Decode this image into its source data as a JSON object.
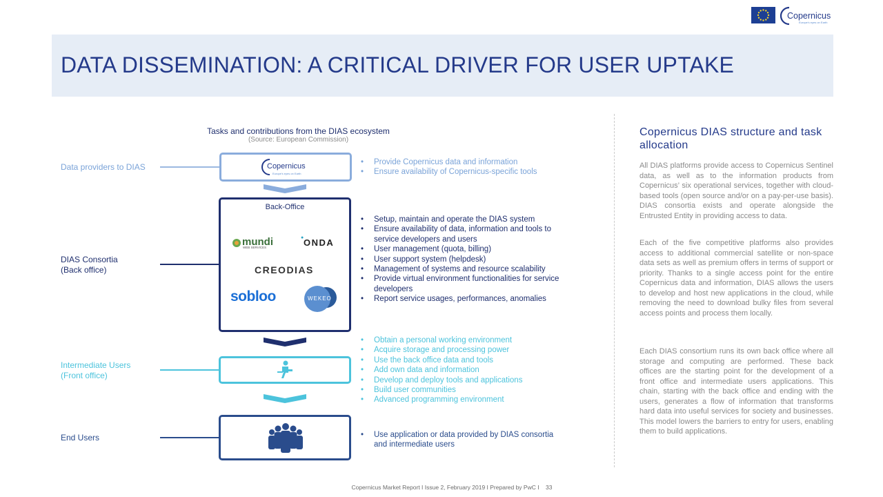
{
  "header": {
    "title": "DATA DISSEMINATION: A CRITICAL DRIVER FOR USER UPTAKE",
    "logo_text": "Copernicus",
    "logo_tagline": "Europe's eyes on Earth"
  },
  "diagram": {
    "heading": "Tasks and contributions from the DIAS ecosystem",
    "source": "(Source: European Commission)",
    "levels": {
      "providers": {
        "label": "Data providers to DIAS",
        "box_logo": "Copernicus",
        "box_logo_tagline": "Europe's eyes on Earth",
        "bullets": [
          "Provide Copernicus data and information",
          "Ensure availability of Copernicus-specific tools"
        ]
      },
      "consortia": {
        "label_line1": "DIAS Consortia",
        "label_line2": "(Back office)",
        "box_title": "Back-Office",
        "logos": {
          "mundi": "mundi",
          "mundi_sub": "WEB SERVICES",
          "onda": "ONDA",
          "creodias": "CREODIAS",
          "sobloo": "sobloo",
          "wekeo": "WEKEO"
        },
        "bullets": [
          "Setup, maintain and operate the DIAS system",
          "Ensure availability of data, information and tools to service developers and users",
          "User management (quota, billing)",
          "User support system (helpdesk)",
          "Management of systems and resource scalability",
          "Provide virtual environment functionalities for service developers",
          "Report service usages, performances, anomalies"
        ]
      },
      "intermediate": {
        "label_line1": "Intermediate Users",
        "label_line2": "(Front office)",
        "bullets": [
          "Obtain a personal working environment",
          "Acquire storage and processing power",
          "Use the back office data and tools",
          "Add own data and information",
          "Develop and deploy tools and applications",
          "Build user communities",
          "Advanced programming environment"
        ]
      },
      "end_users": {
        "label": "End Users",
        "bullets": [
          "Use application or data provided by DIAS consortia and intermediate users"
        ]
      }
    }
  },
  "sidebar": {
    "title": "Copernicus DIAS structure and task allocation",
    "paragraphs": [
      "All DIAS platforms provide access to Copernicus Sentinel data, as well as to the information products from Copernicus’ six operational services, together with cloud-based tools (open source and/or on a pay-per-use basis). DIAS consortia exists and operate alongside the Entrusted Entity in providing access to data.",
      "Each of the five competitive platforms also provides access to additional commercial satellite or non-space data sets as well as premium offers in terms of support or priority. Thanks to a single access point for the entire Copernicus data and information, DIAS allows the users to develop and host new applications in the cloud, while removing the need to download bulky files from several access points and process them locally.",
      "Each DIAS consortium runs its own back office where all storage and computing are performed. These back offices are the starting point for the development of a front office and intermediate users applications. This chain, starting with the back office and ending with the users, generates a flow of information that transforms hard data into useful services for society and businesses. This model lowers the barriers to entry for users, enabling them to build applications."
    ]
  },
  "footer": {
    "text": "Copernicus Market Report I Issue 2, February 2019 I Prepared by PwC I",
    "page": "33"
  },
  "colors": {
    "navy": "#1f2f6e",
    "title_blue": "#243a8a",
    "light_blue": "#7aa3d8",
    "cyan": "#4cc3dc",
    "mid_blue": "#2a4c8c"
  }
}
